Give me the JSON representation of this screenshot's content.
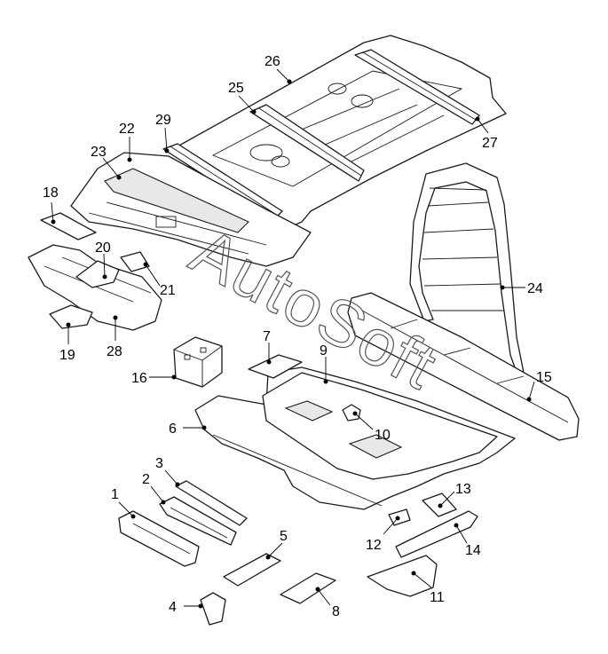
{
  "diagram": {
    "type": "exploded-parts-diagram",
    "callouts": [
      "1",
      "2",
      "3",
      "4",
      "5",
      "6",
      "7",
      "8",
      "9",
      "10",
      "11",
      "12",
      "13",
      "14",
      "15",
      "16",
      "18",
      "19",
      "20",
      "21",
      "22",
      "23",
      "24",
      "25",
      "26",
      "27",
      "28",
      "29"
    ],
    "watermark": "AutoSoft"
  }
}
